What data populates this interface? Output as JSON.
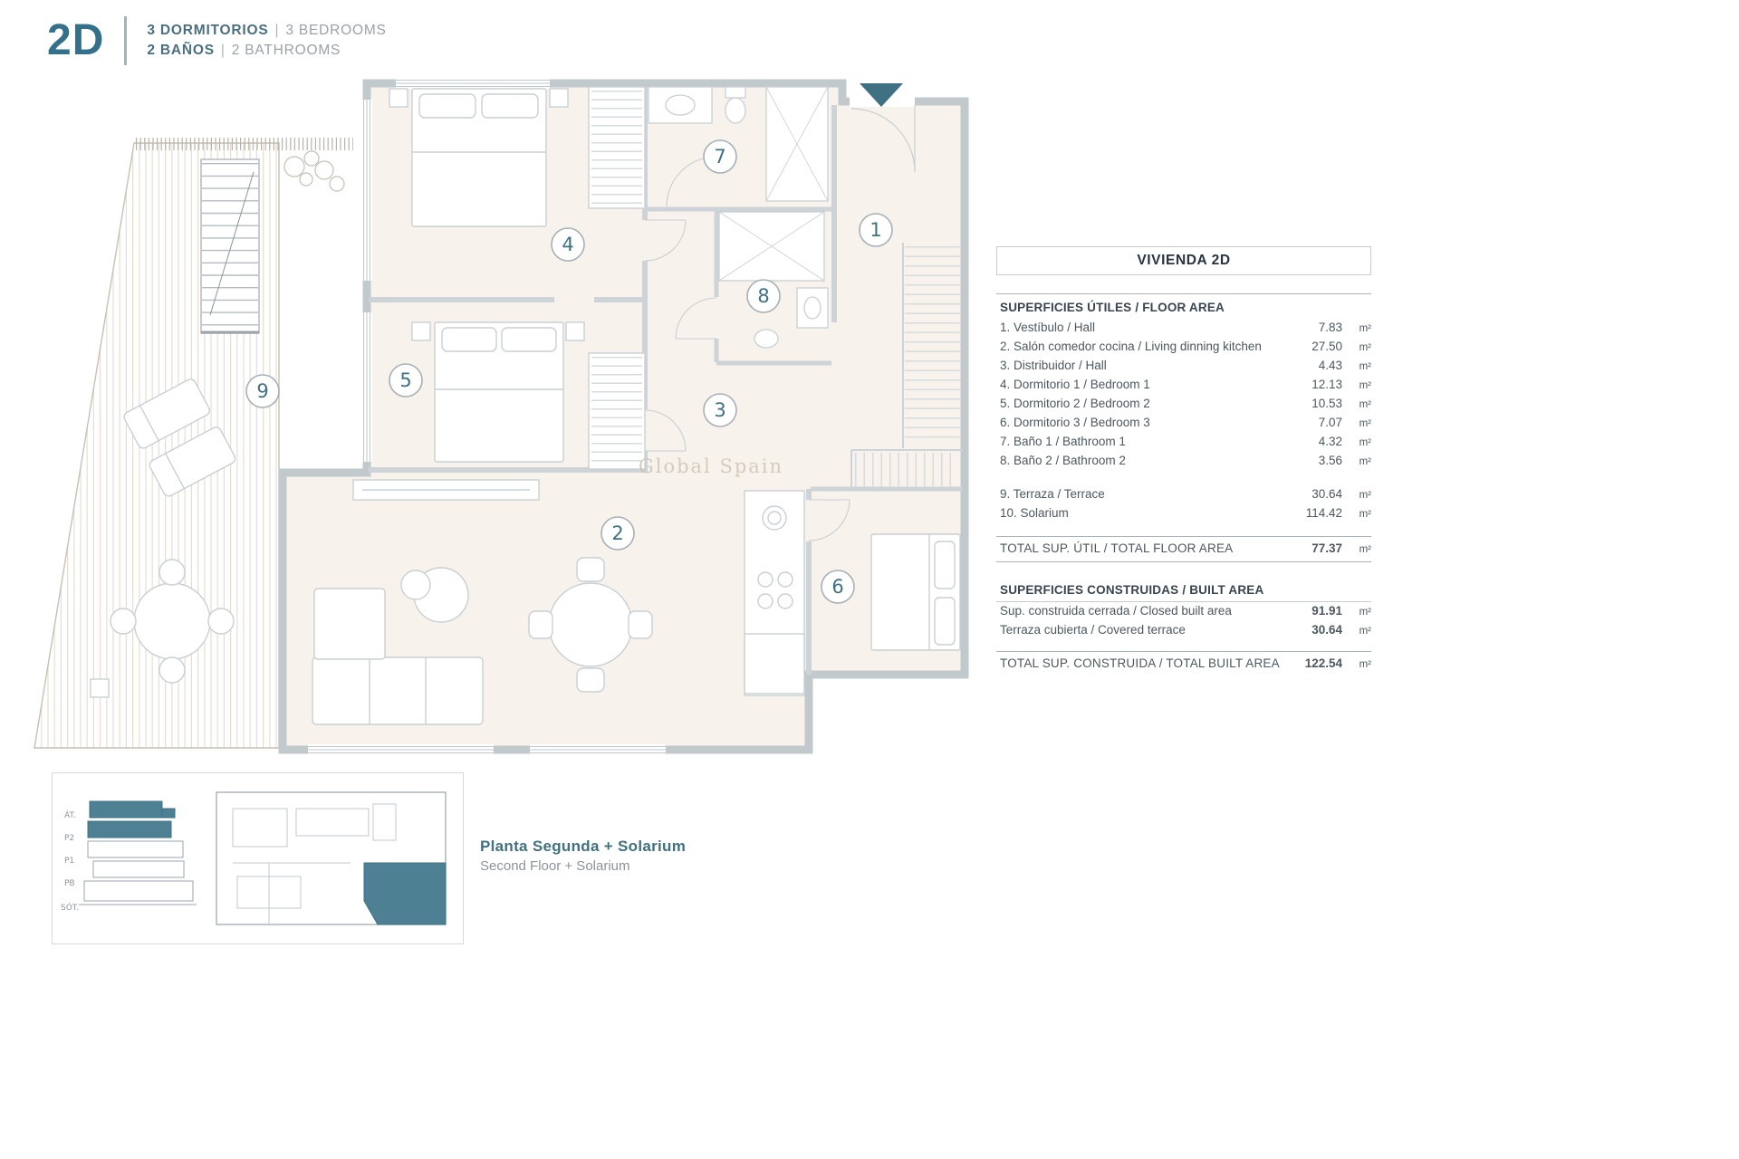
{
  "header": {
    "unit_label": "2D",
    "rooms_es": "3 DORMITORIOS",
    "rooms_en": "3 BEDROOMS",
    "baths_es": "2 BAÑOS",
    "baths_en": "2 BATHROOMS",
    "separator": "|"
  },
  "plan": {
    "rooms": [
      "1",
      "2",
      "3",
      "4",
      "5",
      "6",
      "7",
      "8",
      "9"
    ],
    "watermark": "Global Spain"
  },
  "areas": {
    "title": "VIVIENDA 2D",
    "unit": "m²",
    "floor_heading": "SUPERFICIES ÚTILES / FLOOR AREA",
    "rows": [
      {
        "label": "1. Vestíbulo / Hall",
        "value": "7.83"
      },
      {
        "label": "2. Salón comedor cocina / Living dinning kitchen",
        "value": "27.50"
      },
      {
        "label": "3. Distribuidor / Hall",
        "value": "4.43"
      },
      {
        "label": "4. Dormitorio 1 / Bedroom 1",
        "value": "12.13"
      },
      {
        "label": "5. Dormitorio 2 / Bedroom 2",
        "value": "10.53"
      },
      {
        "label": "6. Dormitorio 3 / Bedroom 3",
        "value": "7.07"
      },
      {
        "label": "7. Baño 1 / Bathroom 1",
        "value": "4.32"
      },
      {
        "label": "8. Baño 2 / Bathroom 2",
        "value": "3.56"
      }
    ],
    "outdoor_rows": [
      {
        "label": "9. Terraza / Terrace",
        "value": "30.64"
      },
      {
        "label": "10. Solarium",
        "value": "114.42"
      }
    ],
    "total_floor": {
      "label": "TOTAL SUP. ÚTIL / TOTAL FLOOR AREA",
      "value": "77.37"
    },
    "built_heading": "SUPERFICIES CONSTRUIDAS / BUILT AREA",
    "built_rows": [
      {
        "label": "Sup. construida cerrada / Closed built area",
        "value": "91.91"
      },
      {
        "label": "Terraza cubierta / Covered terrace",
        "value": "30.64"
      }
    ],
    "total_built": {
      "label": "TOTAL SUP. CONSTRUIDA /  TOTAL BUILT AREA",
      "value": "122.54"
    }
  },
  "key_plan": {
    "levels": [
      "ÁT.",
      "P2",
      "P1",
      "PB",
      "SÓT."
    ],
    "caption_es": "Planta Segunda + Solarium",
    "caption_en": "Second Floor + Solarium"
  },
  "colors": {
    "accent_teal": "#3f7183",
    "highlight_teal": "#4d8093",
    "wall_gray": "#c2c9cd",
    "floor_beige": "#f7f2ec"
  }
}
